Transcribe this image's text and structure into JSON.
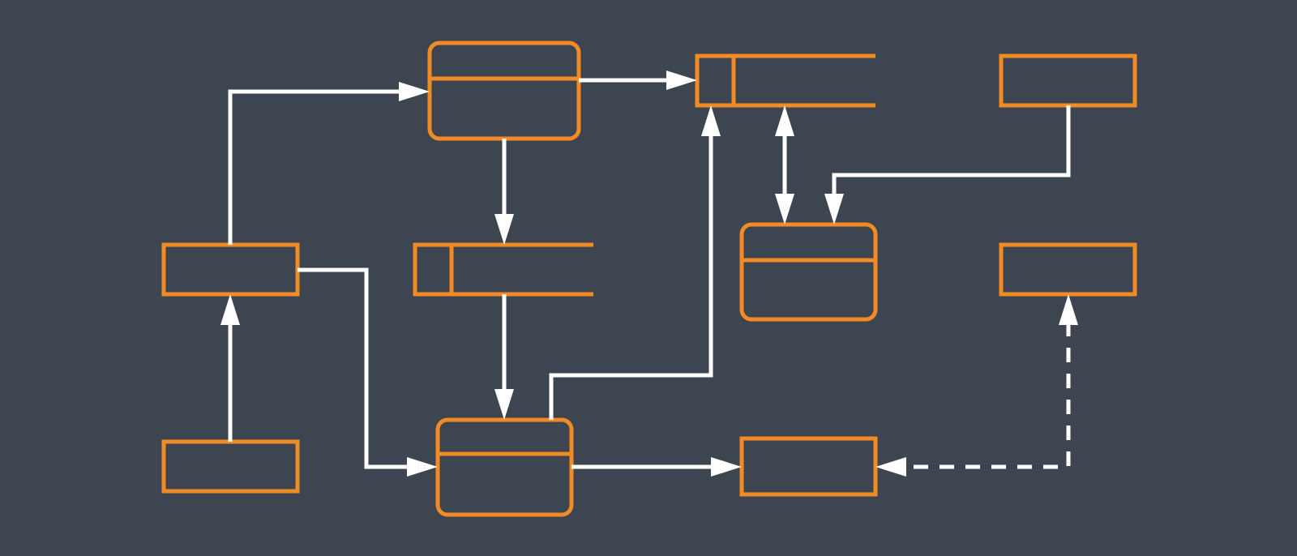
{
  "colors": {
    "background": "#3d4550",
    "shape_stroke": "#f28b24",
    "edge_stroke": "#ffffff"
  },
  "diagram": {
    "nodes": [
      {
        "id": "process-top",
        "shape": "process",
        "text": ""
      },
      {
        "id": "datastore-top",
        "shape": "data-store",
        "text": ""
      },
      {
        "id": "entity-top-right",
        "shape": "external-entity",
        "text": ""
      },
      {
        "id": "entity-mid-left",
        "shape": "external-entity",
        "text": ""
      },
      {
        "id": "datastore-mid",
        "shape": "data-store",
        "text": ""
      },
      {
        "id": "process-mid-right",
        "shape": "process",
        "text": ""
      },
      {
        "id": "entity-mid-right",
        "shape": "external-entity",
        "text": ""
      },
      {
        "id": "entity-bottom-left",
        "shape": "external-entity",
        "text": ""
      },
      {
        "id": "process-bottom",
        "shape": "process",
        "text": ""
      },
      {
        "id": "entity-bottom-center",
        "shape": "external-entity",
        "text": ""
      }
    ],
    "edges": [
      {
        "id": "flow-entity-mid-left-to-process-top",
        "from": "entity-mid-left",
        "to": "process-top",
        "style": "solid",
        "direction": "forward"
      },
      {
        "id": "flow-process-top-to-datastore-top",
        "from": "process-top",
        "to": "datastore-top",
        "style": "solid",
        "direction": "forward"
      },
      {
        "id": "flow-process-top-to-datastore-mid",
        "from": "process-top",
        "to": "datastore-mid",
        "style": "solid",
        "direction": "forward"
      },
      {
        "id": "flow-datastore-mid-to-process-bottom",
        "from": "datastore-mid",
        "to": "process-bottom",
        "style": "solid",
        "direction": "forward"
      },
      {
        "id": "flow-entity-bottom-left-to-entity-mid-left",
        "from": "entity-bottom-left",
        "to": "entity-mid-left",
        "style": "solid",
        "direction": "forward"
      },
      {
        "id": "flow-entity-mid-left-to-process-bottom",
        "from": "entity-mid-left",
        "to": "process-bottom",
        "style": "solid",
        "direction": "forward"
      },
      {
        "id": "flow-process-bottom-to-entity-bottom-center",
        "from": "process-bottom",
        "to": "entity-bottom-center",
        "style": "solid",
        "direction": "forward"
      },
      {
        "id": "flow-process-bottom-to-datastore-top",
        "from": "process-bottom",
        "to": "datastore-top",
        "style": "solid",
        "direction": "forward"
      },
      {
        "id": "flow-datastore-top-process-mid-right",
        "from": "datastore-top",
        "to": "process-mid-right",
        "style": "solid",
        "direction": "both"
      },
      {
        "id": "flow-entity-top-right-to-process-mid-right",
        "from": "entity-top-right",
        "to": "process-mid-right",
        "style": "solid",
        "direction": "forward"
      },
      {
        "id": "flow-entity-mid-right-entity-bottom-center",
        "from": "entity-mid-right",
        "to": "entity-bottom-center",
        "style": "dashed",
        "direction": "both"
      }
    ]
  }
}
